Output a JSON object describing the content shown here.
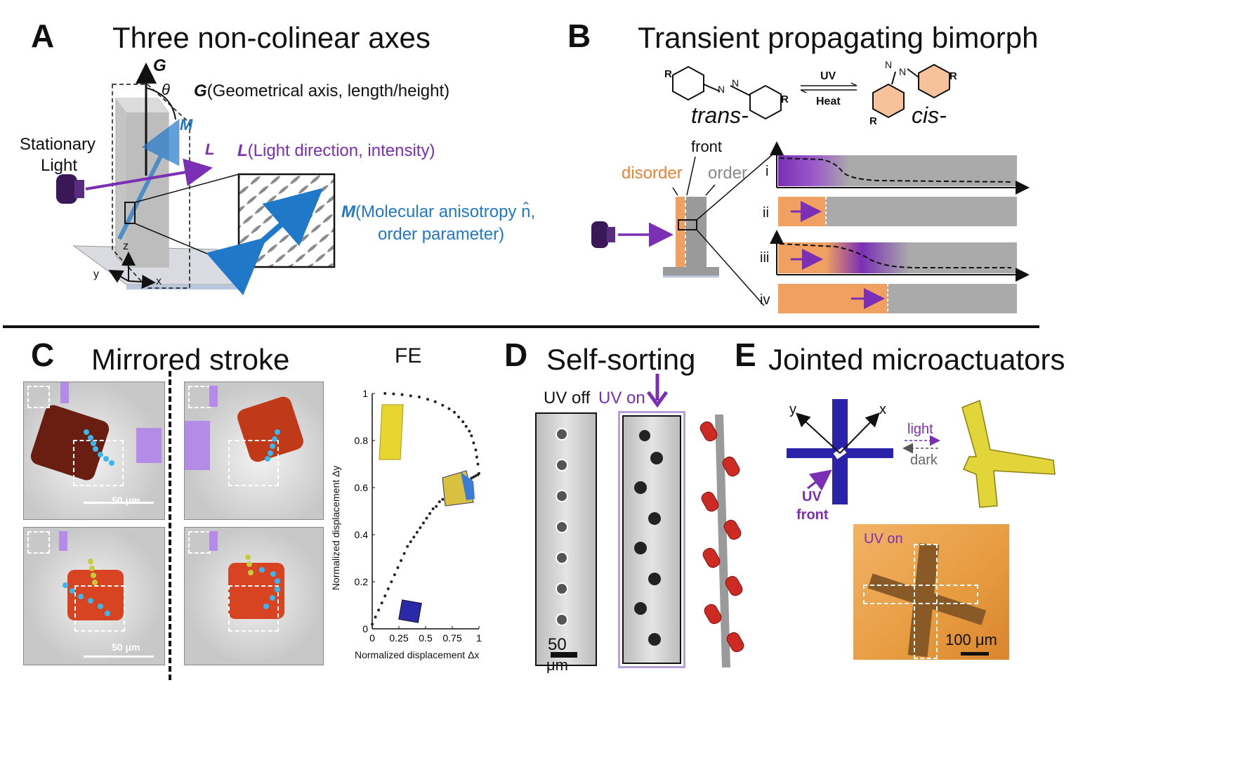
{
  "panels": {
    "A": {
      "letter": "A",
      "title": "Three non-colinear axes",
      "G_symbol": "G",
      "theta_symbol": "θ",
      "M_symbol": "M",
      "L_symbol": "L",
      "G_desc_symbol": "G",
      "G_desc_text": "(Geometrical axis, length/height)",
      "L_desc_symbol": "L",
      "L_desc_text": "(Light direction, intensity)",
      "M_desc_symbol": "M",
      "M_desc_text_1": "(Molecular anisotropy n̂,",
      "M_desc_text_2": "order parameter)",
      "stationary_light_1": "Stationary",
      "stationary_light_2": "Light",
      "axis_z": "z",
      "axis_y": "y",
      "axis_x": "x"
    },
    "B": {
      "letter": "B",
      "title": "Transient propagating bimorph",
      "uv": "UV",
      "heat": "Heat",
      "trans": "trans-",
      "cis": "cis-",
      "R": "R",
      "N": "N",
      "front": "front",
      "disorder": "disorder",
      "order": "order",
      "rows": [
        "i",
        "ii",
        "iii",
        "iv"
      ]
    },
    "C": {
      "letter": "C",
      "title": "Mirrored stroke",
      "scale_top": "50 μm",
      "scale_bottom": "50 μm",
      "fe_title": "FE",
      "x_label": "Normalized displacement Δx",
      "y_label": "Normalized displacement Δy",
      "x_ticks": [
        "0",
        "0.25",
        "0.5",
        "0.75",
        "1"
      ],
      "y_ticks": [
        "0",
        "0.2",
        "0.4",
        "0.6",
        "0.8",
        "1"
      ]
    },
    "D": {
      "letter": "D",
      "title": "Self-sorting",
      "uv_off": "UV off",
      "uv_on": "UV on",
      "scale_1": "50",
      "scale_2": "μm"
    },
    "E": {
      "letter": "E",
      "title": "Jointed microactuators",
      "axis_y": "y",
      "axis_x": "x",
      "light": "light",
      "dark": "dark",
      "uv_1": "UV",
      "uv_2": "front",
      "uv_on": "UV on",
      "scale": "100 μm"
    }
  },
  "chart_data": {
    "type": "scatter",
    "title": "FE",
    "xlabel": "Normalized displacement Δx",
    "ylabel": "Normalized displacement Δy",
    "xlim": [
      0,
      1
    ],
    "ylim": [
      0,
      1
    ],
    "x_ticks": [
      0,
      0.25,
      0.5,
      0.75,
      1
    ],
    "y_ticks": [
      0,
      0.2,
      0.4,
      0.6,
      0.8,
      1
    ],
    "series": [
      {
        "x": [
          0.0,
          0.03,
          0.06,
          0.09,
          0.12,
          0.15,
          0.18,
          0.21,
          0.24,
          0.27,
          0.3,
          0.33,
          0.36,
          0.39,
          0.42,
          0.45,
          0.48,
          0.51,
          0.54,
          0.57,
          0.6,
          0.63,
          0.66,
          0.69,
          0.72,
          0.75,
          0.78,
          0.81,
          0.84,
          0.87,
          0.9,
          0.93,
          0.95,
          0.97,
          0.99,
          1.0,
          0.99,
          0.98,
          0.97,
          0.95,
          0.93,
          0.91,
          0.88,
          0.85,
          0.81,
          0.77,
          0.72,
          0.66,
          0.59,
          0.52,
          0.44,
          0.36,
          0.28,
          0.2,
          0.12
        ],
        "y": [
          0.02,
          0.05,
          0.08,
          0.11,
          0.14,
          0.17,
          0.2,
          0.23,
          0.26,
          0.29,
          0.32,
          0.35,
          0.37,
          0.39,
          0.41,
          0.43,
          0.45,
          0.47,
          0.49,
          0.51,
          0.52,
          0.54,
          0.55,
          0.56,
          0.57,
          0.58,
          0.59,
          0.6,
          0.61,
          0.62,
          0.63,
          0.64,
          0.645,
          0.65,
          0.655,
          0.66,
          0.7,
          0.73,
          0.76,
          0.79,
          0.82,
          0.84,
          0.86,
          0.88,
          0.9,
          0.92,
          0.935,
          0.95,
          0.965,
          0.975,
          0.985,
          0.99,
          0.995,
          0.998,
          1.0
        ]
      }
    ],
    "grid": false
  }
}
